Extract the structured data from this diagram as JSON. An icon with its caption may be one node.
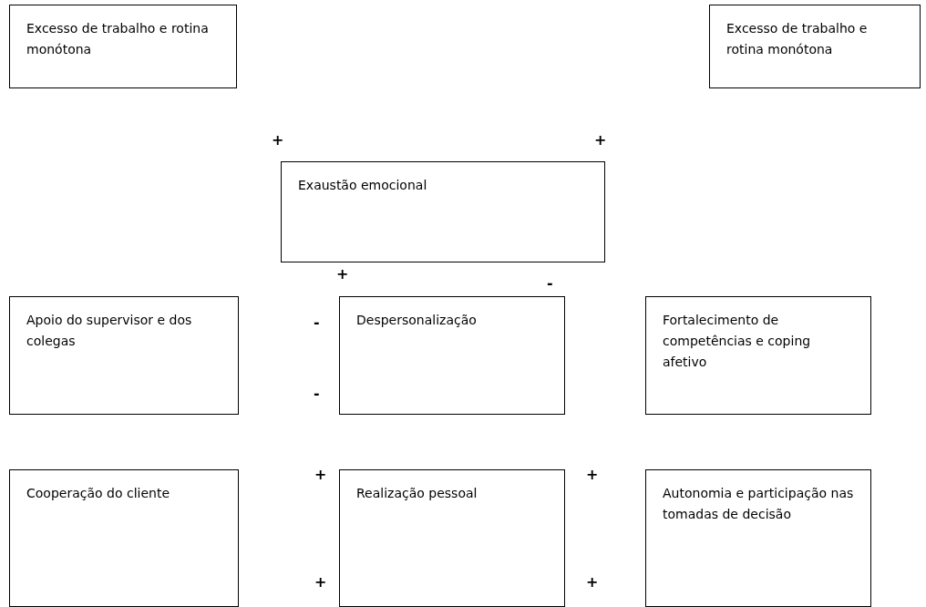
{
  "diagram": {
    "nodes": [
      {
        "text": [
          "Excesso de trabalho e rotina monótona"
        ]
      },
      {
        "text": [
          "Excesso de trabalho e rotina monótona"
        ]
      },
      {
        "text": [
          "Exaustão emocional"
        ]
      },
      {
        "text": [
          "Apoio do supervisor e dos colegas"
        ]
      },
      {
        "text": [
          "Despersonalização"
        ]
      },
      {
        "text": [
          "Fortalecimento de competências e coping afetivo"
        ]
      },
      {
        "text": [
          "Cooperação do cliente"
        ]
      },
      {
        "text": [
          "Realização pessoal"
        ]
      },
      {
        "text": [
          "Autonomia e participação nas tomadas de decisão"
        ]
      }
    ],
    "labels": [
      "+",
      "+",
      "+",
      "-",
      "-",
      "-",
      "+",
      "+",
      "+",
      "+"
    ]
  }
}
